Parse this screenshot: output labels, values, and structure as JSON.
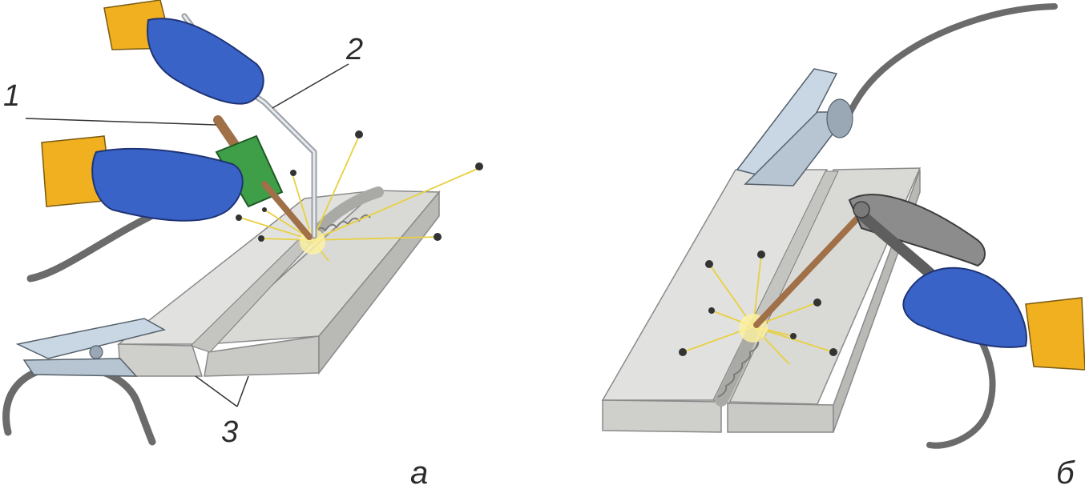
{
  "labels": {
    "torch_rod": "1",
    "filler_wire": "2",
    "work_pieces": "3",
    "panel_a": "а",
    "panel_b": "б"
  },
  "colors": {
    "glove": "#3a63c8",
    "cuff": "#f0b020",
    "metal": "#dadbd8",
    "holder": "#3f9e48",
    "clamp": "#c9d6e3",
    "cable": "#6b6b6b",
    "electrode": "#a07048",
    "spark": "#e8d040"
  }
}
